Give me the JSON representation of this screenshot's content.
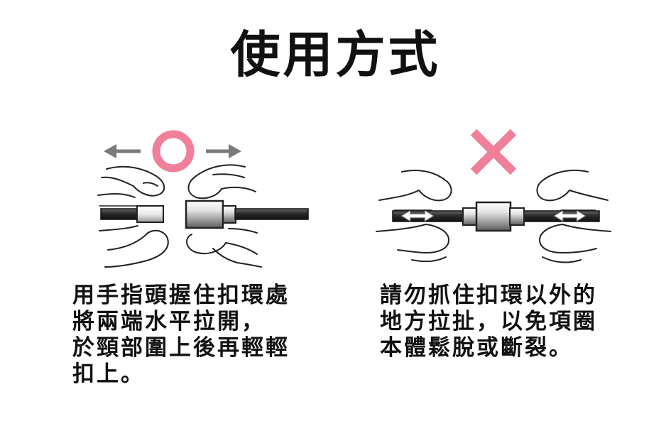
{
  "title": "使用方式",
  "left_panel": {
    "lines": [
      "用手指頭握住扣環處",
      "將兩端水平拉開，",
      "於頸部圍上後再輕輕",
      "扣上。"
    ]
  },
  "right_panel": {
    "lines": [
      "請勿抓住扣環以外的",
      "地方拉扯，以免項圈",
      "本體鬆脫或斷裂。"
    ]
  },
  "colors": {
    "correct_mark": "#f07f9a",
    "wrong_mark": "#f07f9a",
    "arrow_gray": "#7a7a7a",
    "cord_dark": "#2e2e2e"
  }
}
